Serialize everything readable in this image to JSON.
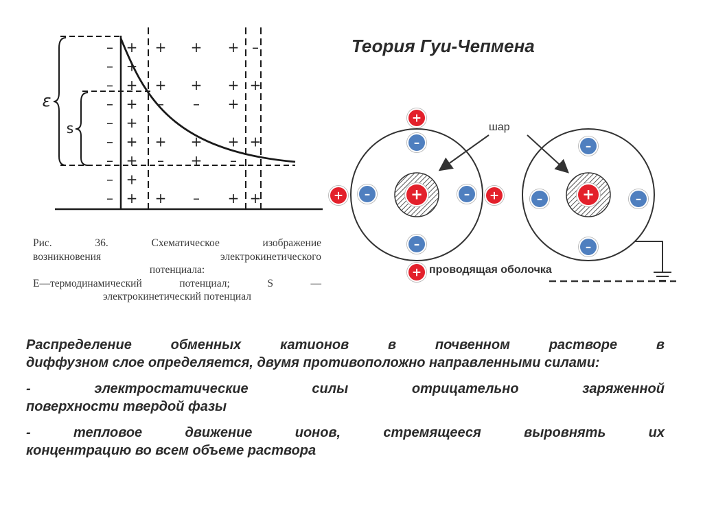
{
  "title": "Теория Гуи-Чепмена",
  "figure_left": {
    "label_e": "ε",
    "label_s": "s",
    "rows": [
      [
        "–",
        "+",
        "+",
        "+",
        "+",
        "–"
      ],
      [
        "–",
        "+",
        "",
        "",
        "",
        ""
      ],
      [
        "–",
        "+",
        "+",
        "+",
        "+",
        "+"
      ],
      [
        "–",
        "+",
        "–",
        "–",
        "+",
        ""
      ],
      [
        "–",
        "+",
        "",
        "",
        "",
        ""
      ],
      [
        "–",
        "+",
        "+",
        "+",
        "+",
        "+"
      ],
      [
        "–",
        "+",
        "–",
        "+",
        "–",
        ""
      ],
      [
        "–",
        "+",
        "",
        "",
        "",
        ""
      ],
      [
        "–",
        "+",
        "+",
        "–",
        "+",
        "+"
      ]
    ],
    "caption_lines": [
      "Рис.  36.  Схематическое  изображение",
      "возникновения     электрокинетического",
      "потенциала:",
      "E—термодинамический  потенциал;  S  —",
      "электрокинетический  потенциал"
    ]
  },
  "figure_right": {
    "label_ball": "шар",
    "label_shell": "проводящая оболочка",
    "plus": "+",
    "minus": "–",
    "colors": {
      "plus": "#e3202b",
      "minus": "#4f7fbf",
      "outline": "#333333"
    }
  },
  "paragraphs": [
    {
      "first": "Распределение обменных катионов в почвенном растворе в",
      "rest": "диффузном слое определяется, двумя противоположно направленными силами:"
    },
    {
      "first": " - электростатические силы отрицательно заряженной",
      "rest": "поверхности твердой фазы"
    },
    {
      "first": "- тепловое движение ионов, стремящееся выровнять их",
      "rest": "концентрацию во всем объеме раствора"
    }
  ]
}
